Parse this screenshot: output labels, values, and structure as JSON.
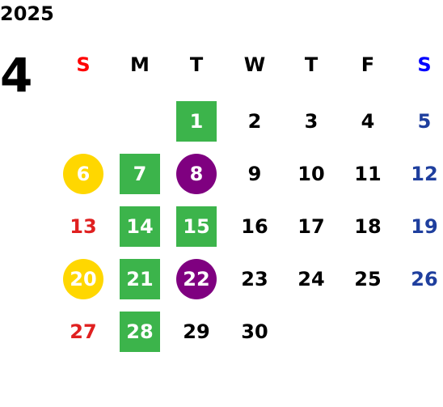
{
  "calendar": {
    "year": "2025",
    "month": "4",
    "weekdays": [
      {
        "label": "S",
        "color": "#ff0000"
      },
      {
        "label": "M",
        "color": "#000000"
      },
      {
        "label": "T",
        "color": "#000000"
      },
      {
        "label": "W",
        "color": "#000000"
      },
      {
        "label": "T",
        "color": "#000000"
      },
      {
        "label": "F",
        "color": "#000000"
      },
      {
        "label": "S",
        "color": "#0000ff"
      }
    ],
    "weeks": [
      [
        null,
        null,
        {
          "day": "1",
          "marker": "green"
        },
        {
          "day": "2"
        },
        {
          "day": "3"
        },
        {
          "day": "4"
        },
        {
          "day": "5"
        }
      ],
      [
        {
          "day": "6",
          "marker": "yellow"
        },
        {
          "day": "7",
          "marker": "green"
        },
        {
          "day": "8",
          "marker": "purple"
        },
        {
          "day": "9"
        },
        {
          "day": "10"
        },
        {
          "day": "11"
        },
        {
          "day": "12"
        }
      ],
      [
        {
          "day": "13"
        },
        {
          "day": "14",
          "marker": "green"
        },
        {
          "day": "15",
          "marker": "green"
        },
        {
          "day": "16"
        },
        {
          "day": "17"
        },
        {
          "day": "18"
        },
        {
          "day": "19"
        }
      ],
      [
        {
          "day": "20",
          "marker": "yellow"
        },
        {
          "day": "21",
          "marker": "green"
        },
        {
          "day": "22",
          "marker": "purple"
        },
        {
          "day": "23"
        },
        {
          "day": "24"
        },
        {
          "day": "25"
        },
        {
          "day": "26"
        }
      ],
      [
        {
          "day": "27"
        },
        {
          "day": "28",
          "marker": "green"
        },
        {
          "day": "29"
        },
        {
          "day": "30"
        },
        null,
        null,
        null
      ]
    ],
    "colors": {
      "sunday": "#e02020",
      "saturday": "#1f3f9e",
      "weekday": "#000000",
      "green_marker": "#3cb44b",
      "purple_marker": "#7f0080",
      "yellow_marker": "#ffd700"
    }
  }
}
